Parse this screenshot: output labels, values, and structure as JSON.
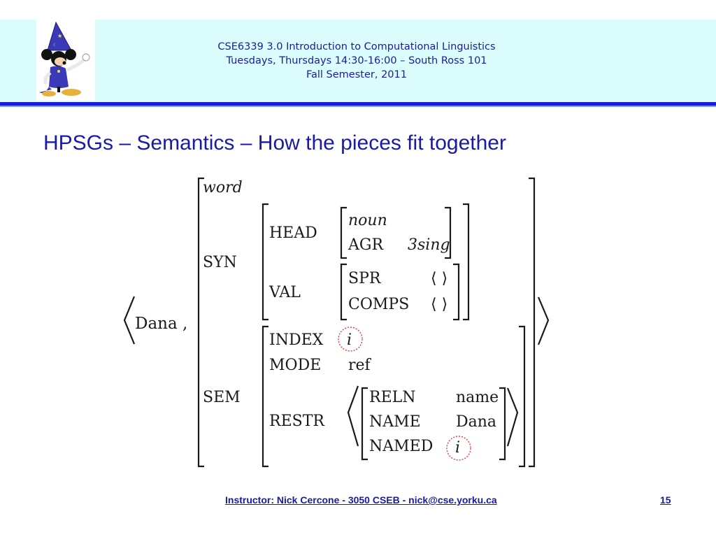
{
  "header": {
    "logo_icon": "wizard-mouse-logo",
    "line1": "CSE6339 3.0 Introduction to Computational Linguistics",
    "line2": "Tuesdays, Thursdays 14:30-16:00 – South Ross 101",
    "line3": "Fall Semester, 2011",
    "background_color": "#dcfdfd",
    "rule_color": "#1a1ad6"
  },
  "slide": {
    "title": "HPSGs – Semantics – How the pieces fit together",
    "title_color": "#1a1aa6"
  },
  "avm": {
    "word_form": "Dana",
    "comma": ",",
    "type": "word",
    "syn_label": "SYN",
    "head_label": "HEAD",
    "head_type": "noun",
    "agr_label": "AGR",
    "agr_value": "3sing",
    "val_label": "VAL",
    "spr_label": "SPR",
    "spr_value": "⟨ ⟩",
    "comps_label": "COMPS",
    "comps_value": "⟨ ⟩",
    "sem_label": "SEM",
    "index_label": "INDEX",
    "index_value": "i",
    "mode_label": "MODE",
    "mode_value": "ref",
    "restr_label": "RESTR",
    "reln_label": "RELN",
    "reln_value": "name",
    "name_label": "NAME",
    "name_value": "Dana",
    "named_label": "NAMED",
    "named_value": "i",
    "highlight_color": "#e03c3c"
  },
  "footer": {
    "instructor": "Instructor: Nick Cercone - 3050 CSEB - nick@cse.yorku.ca",
    "page_number": "15"
  }
}
